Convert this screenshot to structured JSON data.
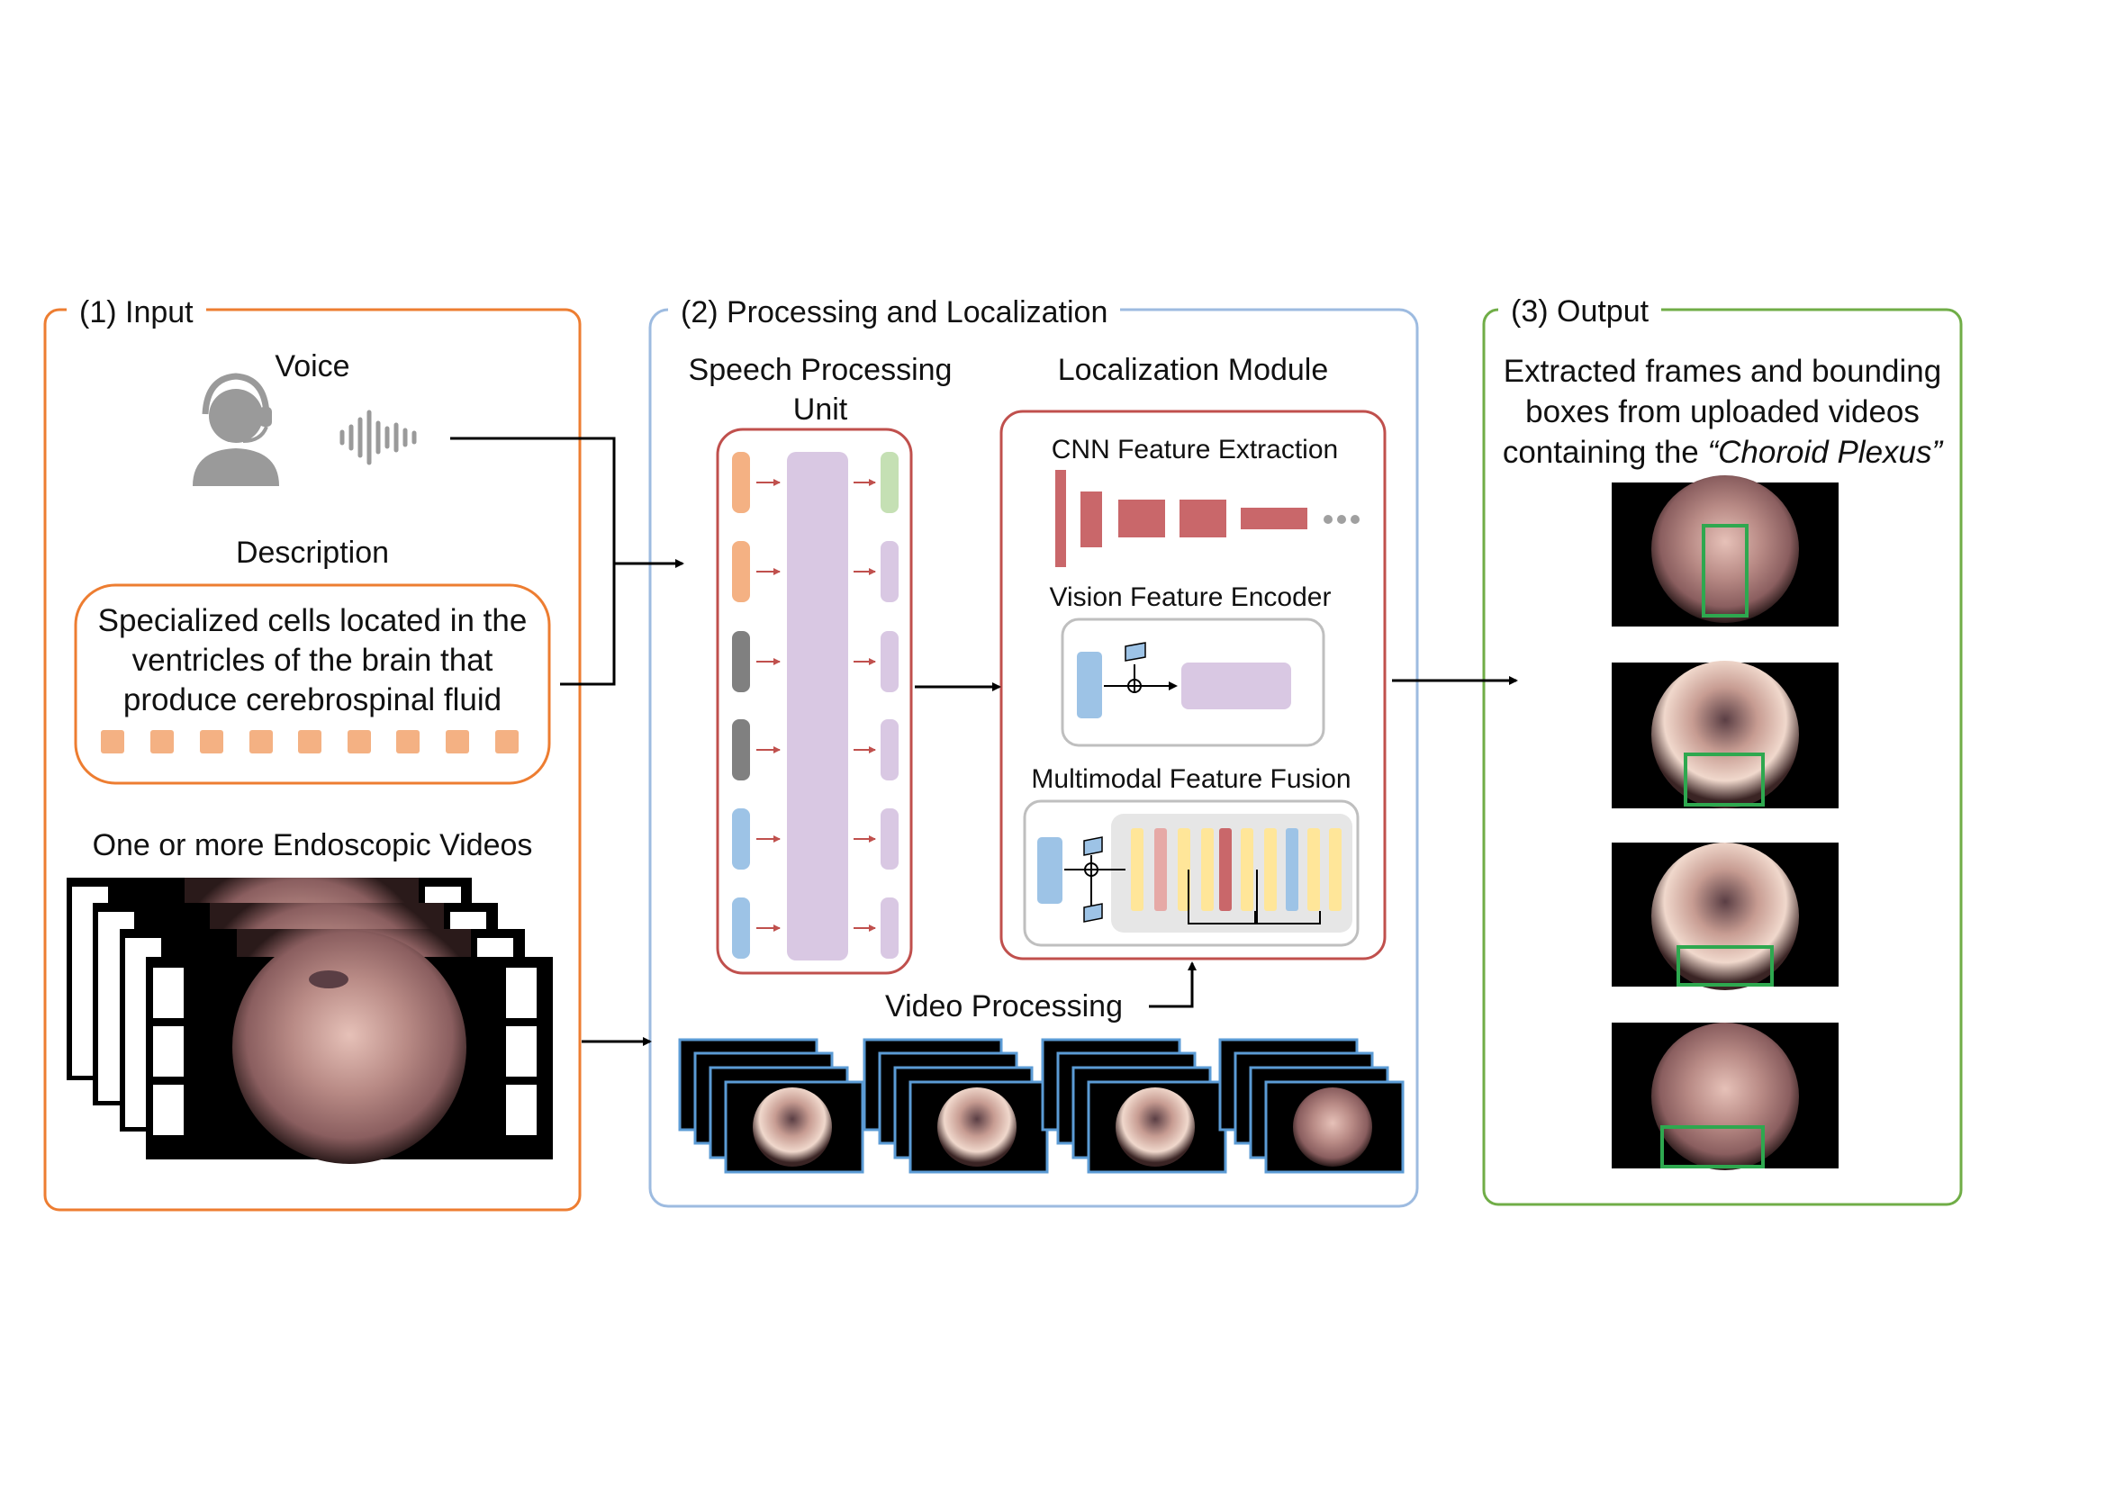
{
  "panels": {
    "input": {
      "title": "(1) Input",
      "color": "#ED7D31"
    },
    "processing": {
      "title": "(2) Processing and Localization",
      "color": "#9DBBE0"
    },
    "output": {
      "title": "(3) Output",
      "color": "#70AD47"
    }
  },
  "input": {
    "voice_label": "Voice",
    "description_label": "Description",
    "description_text": "Specialized cells located in the ventricles of the brain that produce cerebrospinal fluid",
    "videos_label": "One or more Endoscopic Videos"
  },
  "processing": {
    "speech_unit_label": "Speech Processing Unit",
    "localization_label": "Localization Module",
    "cnn_label": "CNN Feature Extraction",
    "vision_label": "Vision Feature Encoder",
    "fusion_label": "Multimodal Feature Fusion",
    "video_processing_label": "Video Processing"
  },
  "output": {
    "text_line1": "Extracted frames and bounding",
    "text_line2": "boxes from uploaded videos",
    "text_line3_prefix": "containing the ",
    "text_line3_italic": "“Choroid Plexus”"
  },
  "colors": {
    "module_border": "#C0504D",
    "token_orange": "#F4B183",
    "token_gray": "#808080",
    "token_blue": "#9DC3E6",
    "token_green": "#C5E0B4",
    "token_lavender": "#D9C8E3",
    "cnn_red": "#C9676A",
    "fusion_yellow": "#FFE699",
    "fusion_pink": "#E6A9A6",
    "bbox_green": "#2EA84F"
  },
  "icons": [
    "person-headset-icon",
    "sound-wave-icon",
    "film-strip-icon",
    "ellipsis-icon",
    "plus-circle-icon"
  ]
}
